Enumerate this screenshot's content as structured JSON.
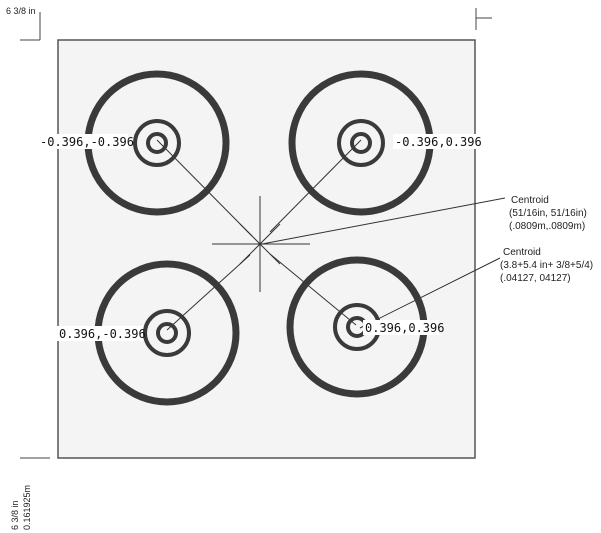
{
  "dimensions": {
    "top_width": "6 3/8 in",
    "left_height_in": "6 3/8 in",
    "left_height_m": "0.161925m"
  },
  "coordinates": {
    "top_left": "-0.396,-0.396",
    "top_right": "-0.396,0.396",
    "bottom_left": "0.396,-0.396",
    "bottom_right": "0.396,0.396"
  },
  "centroid_main": {
    "title": "Centroid",
    "line1": "(51/16in, 51/16in)",
    "line2": "(.0809m,.0809m)"
  },
  "centroid_sub": {
    "title": "Centroid",
    "line1": "(3.8+5.4 in+ 3/8+5/4)",
    "line2": "(.04127, 04127)"
  },
  "colors": {
    "ring": "#3a3a3a",
    "panel": "#f4f4f4",
    "border": "#555555"
  }
}
